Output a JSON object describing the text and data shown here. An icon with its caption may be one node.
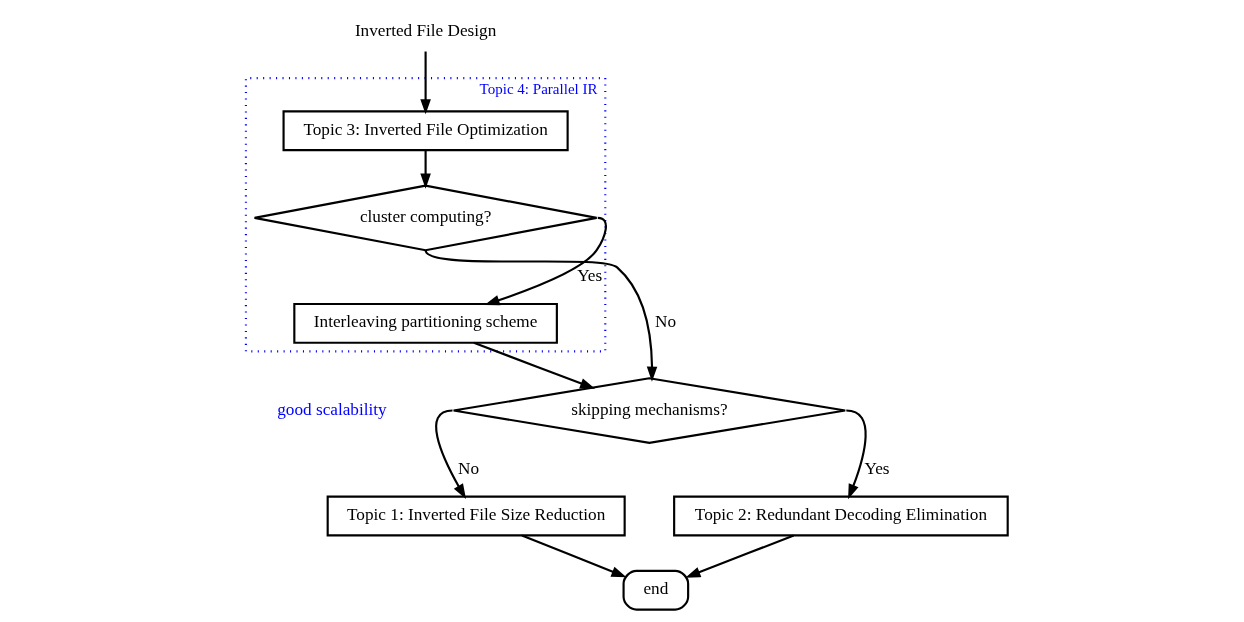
{
  "diagram": {
    "nodes": [
      {
        "text": [
          "Inverted File Design"
        ]
      },
      {
        "text": [
          "Topic 4: Parallel IR"
        ],
        "beside": [
          "good scalability"
        ]
      },
      {
        "text": [
          "Topic 3: Inverted File Optimization"
        ],
        "in": 1
      },
      {
        "text": [
          "cluster computing?"
        ],
        "in": 1
      },
      {
        "text": [
          "Interleaving partitioning scheme"
        ],
        "in": 1
      },
      {
        "text": [
          "skipping mechanisms?"
        ]
      },
      {
        "text": [
          "Topic 1: Inverted File Size Reduction"
        ]
      },
      {
        "text": [
          "Topic 2: Redundant Decoding Elimination"
        ]
      },
      {
        "text": [
          "end"
        ]
      }
    ],
    "edges": [
      {
        "from": 0,
        "to": 2,
        "arrow": "to"
      },
      {
        "from": 2,
        "to": 3,
        "arrow": "to"
      },
      {
        "from": 3,
        "to": 4,
        "arrow": "to",
        "label": "Yes"
      },
      {
        "from": 3,
        "to": 5,
        "arrow": "to",
        "label": "No"
      },
      {
        "from": 4,
        "to": 5,
        "arrow": "to"
      },
      {
        "from": 5,
        "to": 6,
        "arrow": "to",
        "label": "No"
      },
      {
        "from": 5,
        "to": 7,
        "arrow": "to",
        "label": "Yes"
      },
      {
        "from": 6,
        "to": 8,
        "arrow": "to"
      },
      {
        "from": 7,
        "to": 8,
        "arrow": "to"
      }
    ]
  }
}
